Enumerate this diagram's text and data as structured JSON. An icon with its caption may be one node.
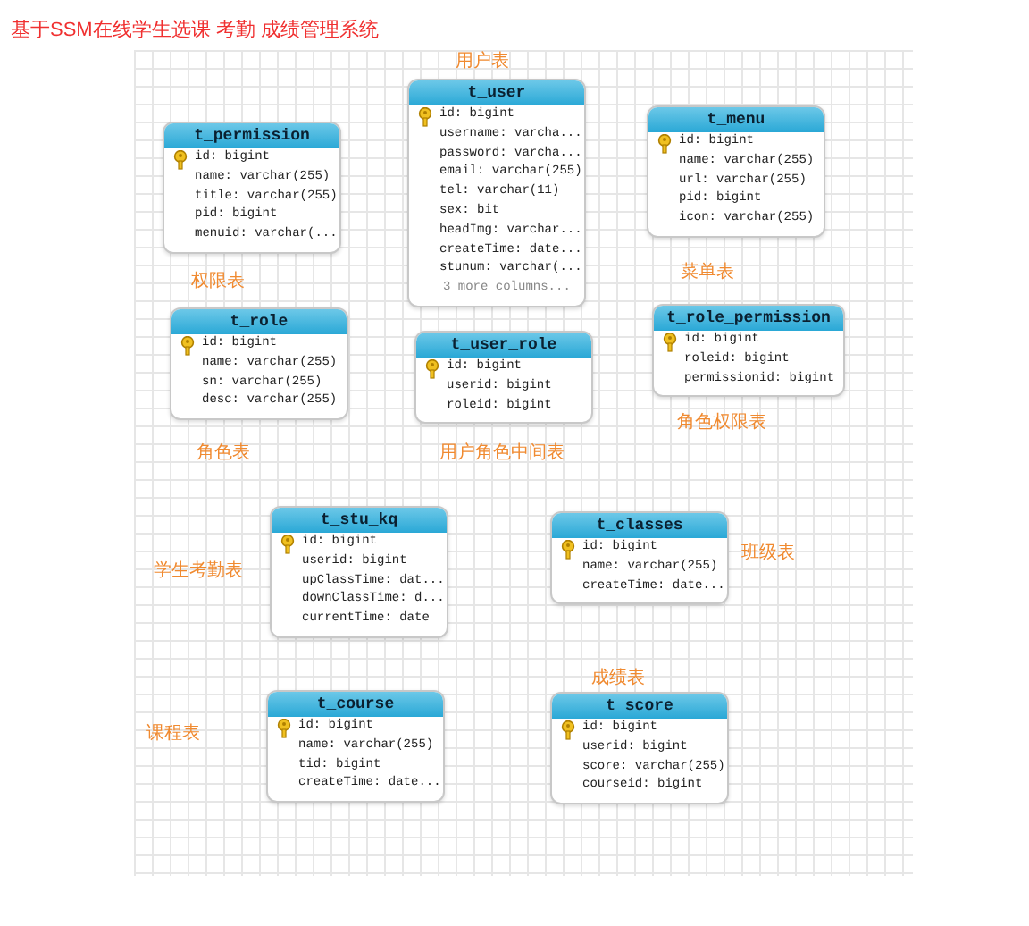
{
  "diagram": {
    "title": "基于SSM在线学生选课 考勤 成绩管理系统",
    "nodes": [
      {
        "text": [
          "t_permission",
          "id: bigint",
          "name: varchar(255)",
          "title: varchar(255)",
          "pid: bigint",
          "menuid: varchar(..."
        ],
        "beside": [
          "权限表"
        ]
      },
      {
        "text": [
          "t_user",
          "id: bigint",
          "username: varcha...",
          "password: varcha...",
          "email: varchar(255)",
          "tel: varchar(11)",
          "sex: bit",
          "headImg: varchar...",
          "createTime: date...",
          "stunum: varchar(...",
          "3 more columns..."
        ],
        "beside": [
          "用户表"
        ]
      },
      {
        "text": [
          "t_menu",
          "id: bigint",
          "name: varchar(255)",
          "url: varchar(255)",
          "pid: bigint",
          "icon: varchar(255)"
        ],
        "beside": [
          "菜单表"
        ]
      },
      {
        "text": [
          "t_role",
          "id: bigint",
          "name: varchar(255)",
          "sn: varchar(255)",
          "desc: varchar(255)"
        ],
        "beside": [
          "角色表"
        ]
      },
      {
        "text": [
          "t_user_role",
          "id: bigint",
          "userid: bigint",
          "roleid: bigint"
        ],
        "beside": [
          "用户角色中间表"
        ]
      },
      {
        "text": [
          "t_role_permission",
          "id: bigint",
          "roleid: bigint",
          "permissionid: bigint"
        ],
        "beside": [
          "角色权限表"
        ]
      },
      {
        "text": [
          "t_stu_kq",
          "id: bigint",
          "userid: bigint",
          "upClassTime: dat...",
          "downClassTime: d...",
          "currentTime: date"
        ],
        "beside": [
          "学生考勤表"
        ]
      },
      {
        "text": [
          "t_classes",
          "id: bigint",
          "name: varchar(255)",
          "createTime: date..."
        ],
        "beside": [
          "班级表"
        ]
      },
      {
        "text": [
          "t_course",
          "id: bigint",
          "name: varchar(255)",
          "tid: bigint",
          "createTime: date..."
        ],
        "beside": [
          "课程表"
        ]
      },
      {
        "text": [
          "t_score",
          "id: bigint",
          "userid: bigint",
          "score: varchar(255)",
          "courseid: bigint"
        ],
        "beside": [
          "成绩表"
        ]
      }
    ],
    "edges": []
  }
}
